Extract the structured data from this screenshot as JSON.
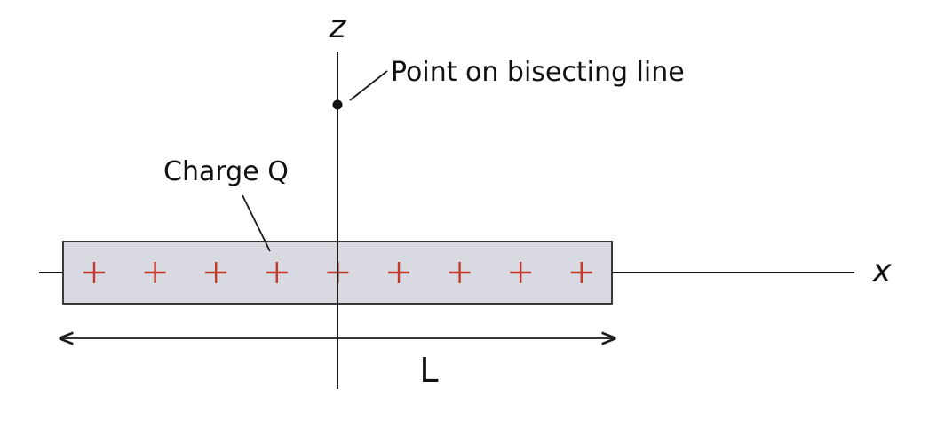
{
  "labels": {
    "z_axis": "z",
    "x_axis": "x",
    "point": "Point on bisecting line",
    "charge": "Charge Q",
    "length": "L"
  },
  "rod": {
    "charge_symbol": "+",
    "charge_count": 9
  },
  "colors": {
    "rod_fill": "#d9d9e2",
    "charge_sign": "#c0392b",
    "line": "#1a1a1a"
  }
}
